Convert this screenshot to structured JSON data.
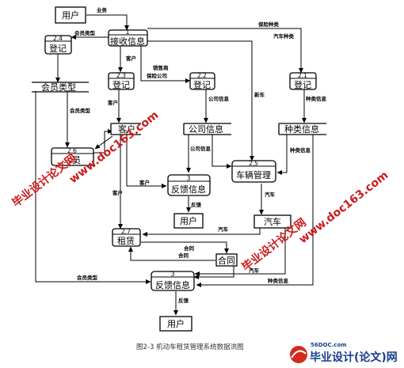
{
  "entities": {
    "user_top": "用户",
    "user_mid": "用户",
    "user_bottom": "用户",
    "car": "汽车",
    "contract": "合同"
  },
  "processes": {
    "p1": {
      "id": "1",
      "label": "接收信息"
    },
    "p24": {
      "id": "2.4",
      "label": "登记"
    },
    "p23": {
      "id": "2.3",
      "label": "登记"
    },
    "p22": {
      "id": "2.2",
      "label": "登记"
    },
    "p21": {
      "id": "2.1",
      "label": "登记"
    },
    "p26": {
      "id": "2.6",
      "label": "…员"
    },
    "p3a": {
      "id": "3",
      "label": "反馈信息"
    },
    "p25": {
      "id": "2.5",
      "label": "车辆管理"
    },
    "p27": {
      "id": "2.7",
      "label": "租赁"
    },
    "p3b": {
      "id": "3",
      "label": "反馈信息"
    }
  },
  "stores": {
    "member_type": "会员类型",
    "customer": "客户",
    "company_info": "公司信息",
    "type_info": "种类信息"
  },
  "flows": {
    "business": "业务",
    "member_type": "会员类型",
    "insurance_type": "保险种类",
    "car_type": "汽车种类",
    "customer": "客户",
    "dealer": "销售商",
    "insurance_co": "保险公司",
    "new_car": "新车",
    "member_type_v": "会员类型",
    "customer_v": "客户",
    "company_info_v": "公司信息",
    "company_info_v2": "公司信息",
    "type_info_v": "种类信息",
    "type_info_v2": "种类信息",
    "customer2": "客户",
    "feedback": "反馈",
    "car": "汽车",
    "customer3": "客户",
    "car2": "汽车",
    "contract": "合同",
    "car3": "汽车",
    "member_type2": "会员类型",
    "type_info2": "种类信息",
    "feedback2": "反馈"
  },
  "watermarks": {
    "brand": "毕业设计论文网",
    "url": "www.doc163.com"
  },
  "caption": "图2-3   机动车租赁管理系统数据流图",
  "logo": {
    "site": "56DOC.com",
    "text": "毕业设计(论文)网"
  },
  "colors": {
    "watermark": "#cc1a1a",
    "logo_red": "#d42a1a",
    "logo_blue": "#1a3d8f"
  }
}
